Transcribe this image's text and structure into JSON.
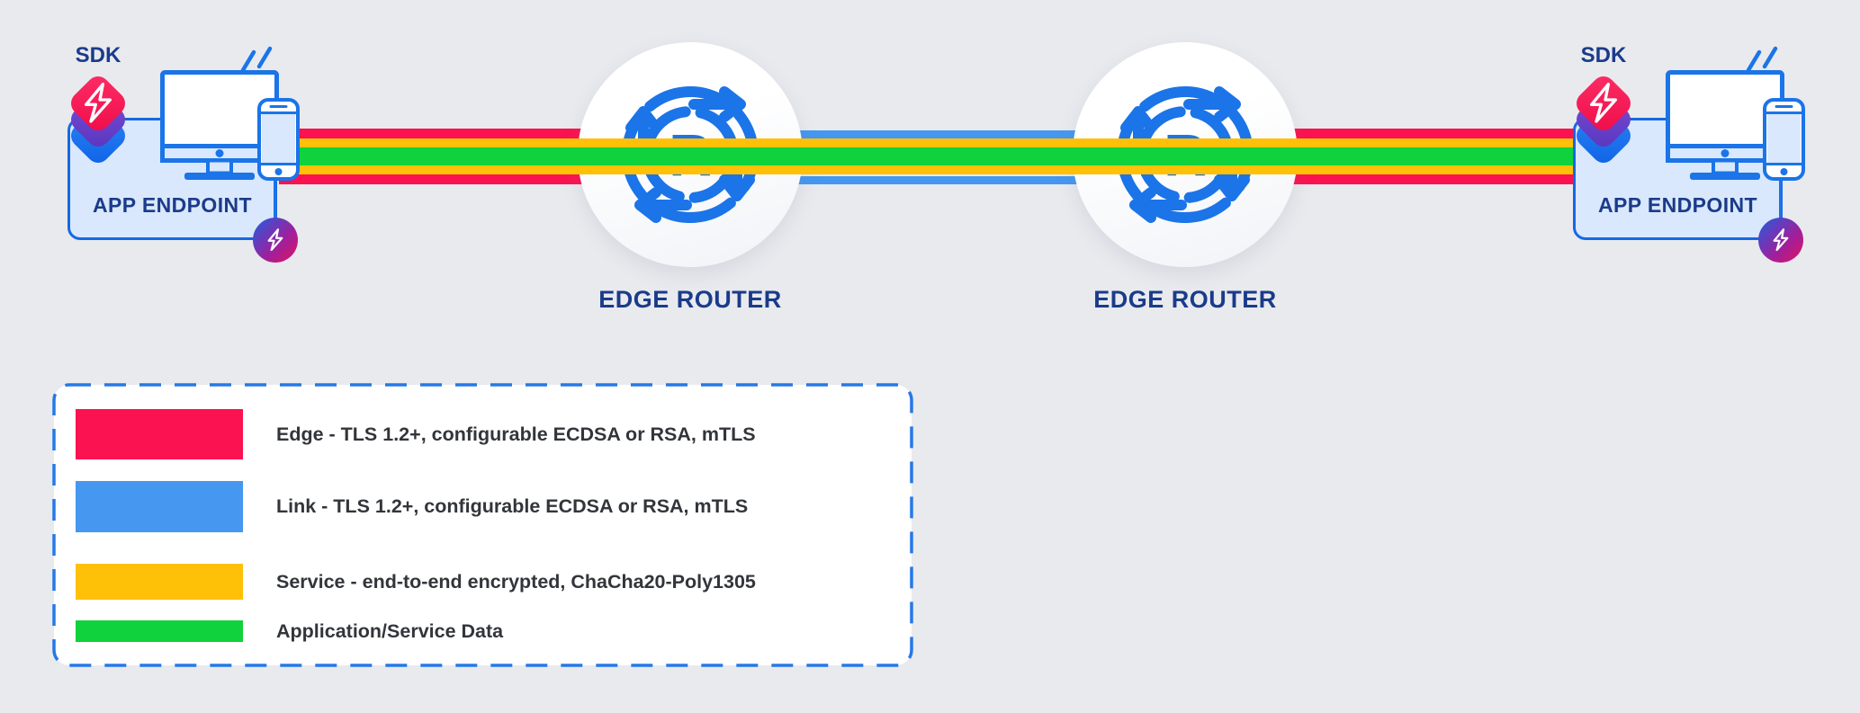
{
  "diagram": {
    "endpoints": {
      "left": {
        "sdk": "SDK",
        "label": "APP ENDPOINT"
      },
      "right": {
        "sdk": "SDK",
        "label": "APP ENDPOINT"
      }
    },
    "routers": {
      "left": {
        "label": "EDGE ROUTER",
        "icon_letter": "R"
      },
      "right": {
        "label": "EDGE ROUTER",
        "icon_letter": "R"
      }
    }
  },
  "legend": {
    "items": [
      {
        "id": "edge",
        "color": "#fb1250",
        "label": "Edge - TLS 1.2+, configurable ECDSA or RSA, mTLS"
      },
      {
        "id": "link",
        "color": "#4597f0",
        "label": "Link - TLS 1.2+, configurable ECDSA or RSA, mTLS"
      },
      {
        "id": "service",
        "color": "#fec107",
        "label": "Service - end-to-end encrypted, ChaCha20-Poly1305"
      },
      {
        "id": "data",
        "color": "#10d23c",
        "label": "Application/Service Data"
      }
    ]
  },
  "colors": {
    "background": "#e8eaee",
    "edge_red": "#fb1250",
    "link_blue": "#4597f0",
    "service_yellow": "#fec107",
    "data_green": "#10d23c",
    "icon_blue": "#1b74e8",
    "navy_text": "#1b3b8a",
    "endpoint_box_fill": "#d9e8fc",
    "endpoint_box_border": "#1668e3",
    "legend_dash_border": "#2678e8",
    "legend_background": "#ffffff",
    "badge_gradient_start": "#3553d6",
    "badge_gradient_end": "#e01360",
    "sdk_layer_red": "#f9134e",
    "sdk_layer_purple": "#6040c4",
    "sdk_layer_blue": "#1d76f2"
  }
}
